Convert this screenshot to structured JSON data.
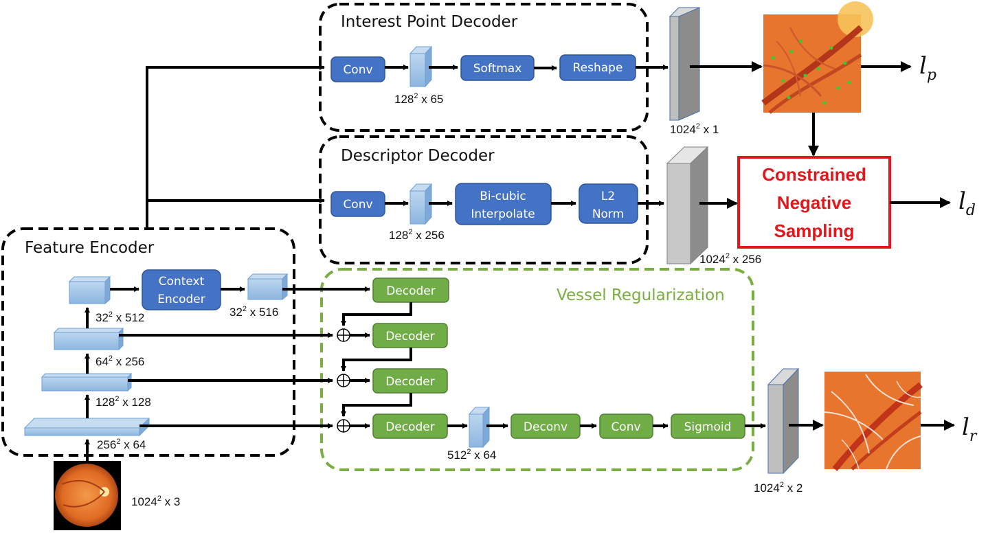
{
  "groups": {
    "interest_point_decoder": "Interest Point Decoder",
    "descriptor_decoder": "Descriptor Decoder",
    "feature_encoder": "Feature Encoder",
    "vessel_regularization": "Vessel Regularization"
  },
  "blocks": {
    "ip_conv": "Conv",
    "ip_softmax": "Softmax",
    "ip_reshape": "Reshape",
    "dd_conv": "Conv",
    "dd_bicubic_1": "Bi-cubic",
    "dd_bicubic_2": "Interpolate",
    "dd_l2_1": "L2",
    "dd_l2_2": "Norm",
    "context_encoder_1": "Context",
    "context_encoder_2": "Encoder",
    "decoder_1": "Decoder",
    "decoder_2": "Decoder",
    "decoder_3": "Decoder",
    "decoder_4": "Decoder",
    "vr_deconv": "Deconv",
    "vr_conv": "Conv",
    "vr_sigmoid": "Sigmoid"
  },
  "dims": {
    "ip_tensor": {
      "base": "128",
      "exp": "2",
      "rest": " x 65"
    },
    "ip_output": {
      "base": "1024",
      "exp": "2",
      "rest": " x 1"
    },
    "dd_tensor": {
      "base": "128",
      "exp": "2",
      "rest": " x 256"
    },
    "dd_output": {
      "base": "1024",
      "exp": "2",
      "rest": " x 256"
    },
    "enc_32_512": {
      "base": "32",
      "exp": "2",
      "rest": " x 512"
    },
    "ctx_out": {
      "base": "32",
      "exp": "2",
      "rest": " x 516"
    },
    "enc_64_256": {
      "base": "64",
      "exp": "2",
      "rest": " x 256"
    },
    "enc_128_128": {
      "base": "128",
      "exp": "2",
      "rest": " x 128"
    },
    "enc_256_64": {
      "base": "256",
      "exp": "2",
      "rest": " x 64"
    },
    "input": {
      "base": "1024",
      "exp": "2",
      "rest": " x 3"
    },
    "vr_tensor": {
      "base": "512",
      "exp": "2",
      "rest": " x 64"
    },
    "vr_output": {
      "base": "1024",
      "exp": "2",
      "rest": " x 2"
    }
  },
  "cns": {
    "line1": "Constrained",
    "line2": "Negative",
    "line3": "Sampling"
  },
  "losses": {
    "lp": {
      "base": "l",
      "sub": "p"
    },
    "ld": {
      "base": "l",
      "sub": "d"
    },
    "lr": {
      "base": "l",
      "sub": "r"
    }
  },
  "colors": {
    "blue_block": "#4472c4",
    "green_block": "#70ad47",
    "tensor_blue": "#9dc3e6",
    "cns_red": "#e3161b",
    "vessel_green": "#7aad42"
  }
}
